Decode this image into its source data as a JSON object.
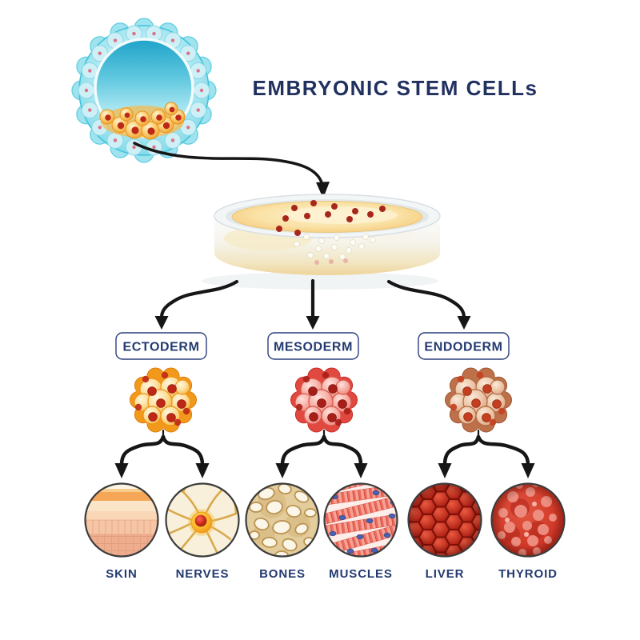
{
  "title": "EMBRYONIC STEM CELLs",
  "germ_layers": [
    {
      "label": "ECTODERM",
      "tissues": [
        "SKIN",
        "NERVES"
      ]
    },
    {
      "label": "MESODERM",
      "tissues": [
        "BONES",
        "MUSCLES"
      ]
    },
    {
      "label": "ENDODERM",
      "tissues": [
        "LIVER",
        "THYROID"
      ]
    }
  ],
  "colors": {
    "heading_navy": "#20305f",
    "label_navy": "#233a70",
    "arrow_black": "#161616",
    "blastocyst_cyan": "#8adcec",
    "ectoderm_orange": "#f2991c",
    "mesoderm_red": "#e04840",
    "endoderm_brown": "#bd7049",
    "petri_medium_yellow": "#f6c776"
  }
}
